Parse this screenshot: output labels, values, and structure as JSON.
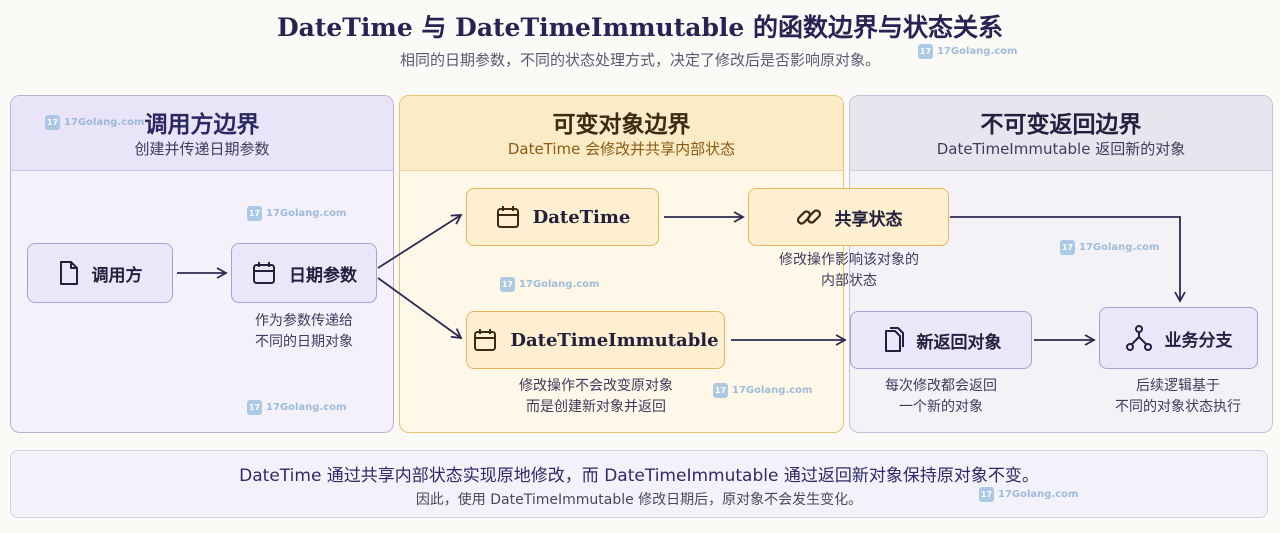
{
  "title": "DateTime 与 DateTimeImmutable 的函数边界与状态关系",
  "subtitle": "相同的日期参数，不同的状态处理方式，决定了修改后是否影响原对象。",
  "panels": {
    "caller": {
      "title": "调用方边界",
      "subtitle": "创建并传递日期参数"
    },
    "mutable": {
      "title": "可变对象边界",
      "subtitle": "DateTime 会修改并共享内部状态"
    },
    "immutable": {
      "title": "不可变返回边界",
      "subtitle": "DateTimeImmutable 返回新的对象"
    }
  },
  "nodes": {
    "caller": {
      "label": "调用方",
      "icon": "document-icon"
    },
    "date_param": {
      "label": "日期参数",
      "icon": "calendar-icon"
    },
    "datetime": {
      "label": "DateTime",
      "icon": "calendar-icon"
    },
    "shared_state": {
      "label": "共享状态",
      "icon": "link-icon"
    },
    "immutable": {
      "label": "DateTimeImmutable",
      "icon": "calendar-icon"
    },
    "new_object": {
      "label": "新返回对象",
      "icon": "document-icon"
    },
    "branch": {
      "label": "业务分支",
      "icon": "branch-icon"
    }
  },
  "notes": {
    "date_param": [
      "作为参数传递给",
      "不同的日期对象"
    ],
    "shared_state": [
      "修改操作影响该对象的",
      "内部状态"
    ],
    "immutable": [
      "修改操作不会改变原对象",
      "而是创建新对象并返回"
    ],
    "new_object": [
      "每次修改都会返回",
      "一个新的对象"
    ],
    "branch": [
      "后续逻辑基于",
      "不同的对象状态执行"
    ]
  },
  "summary": {
    "main": "DateTime 通过共享内部状态实现原地修改，而 DateTimeImmutable 通过返回新对象保持原对象不变。",
    "sub": "因此，使用 DateTimeImmutable 修改日期后，原对象不会发生变化。"
  },
  "watermark": "17Golang.com",
  "colors": {
    "caller_panel": "#f4f1fb",
    "mutable_panel": "#fff7e8",
    "immutable_panel": "#f4f2f7",
    "arrow": "#2e2a52",
    "accent_orange": "#e6b75a",
    "accent_purple": "#a99fd8"
  }
}
